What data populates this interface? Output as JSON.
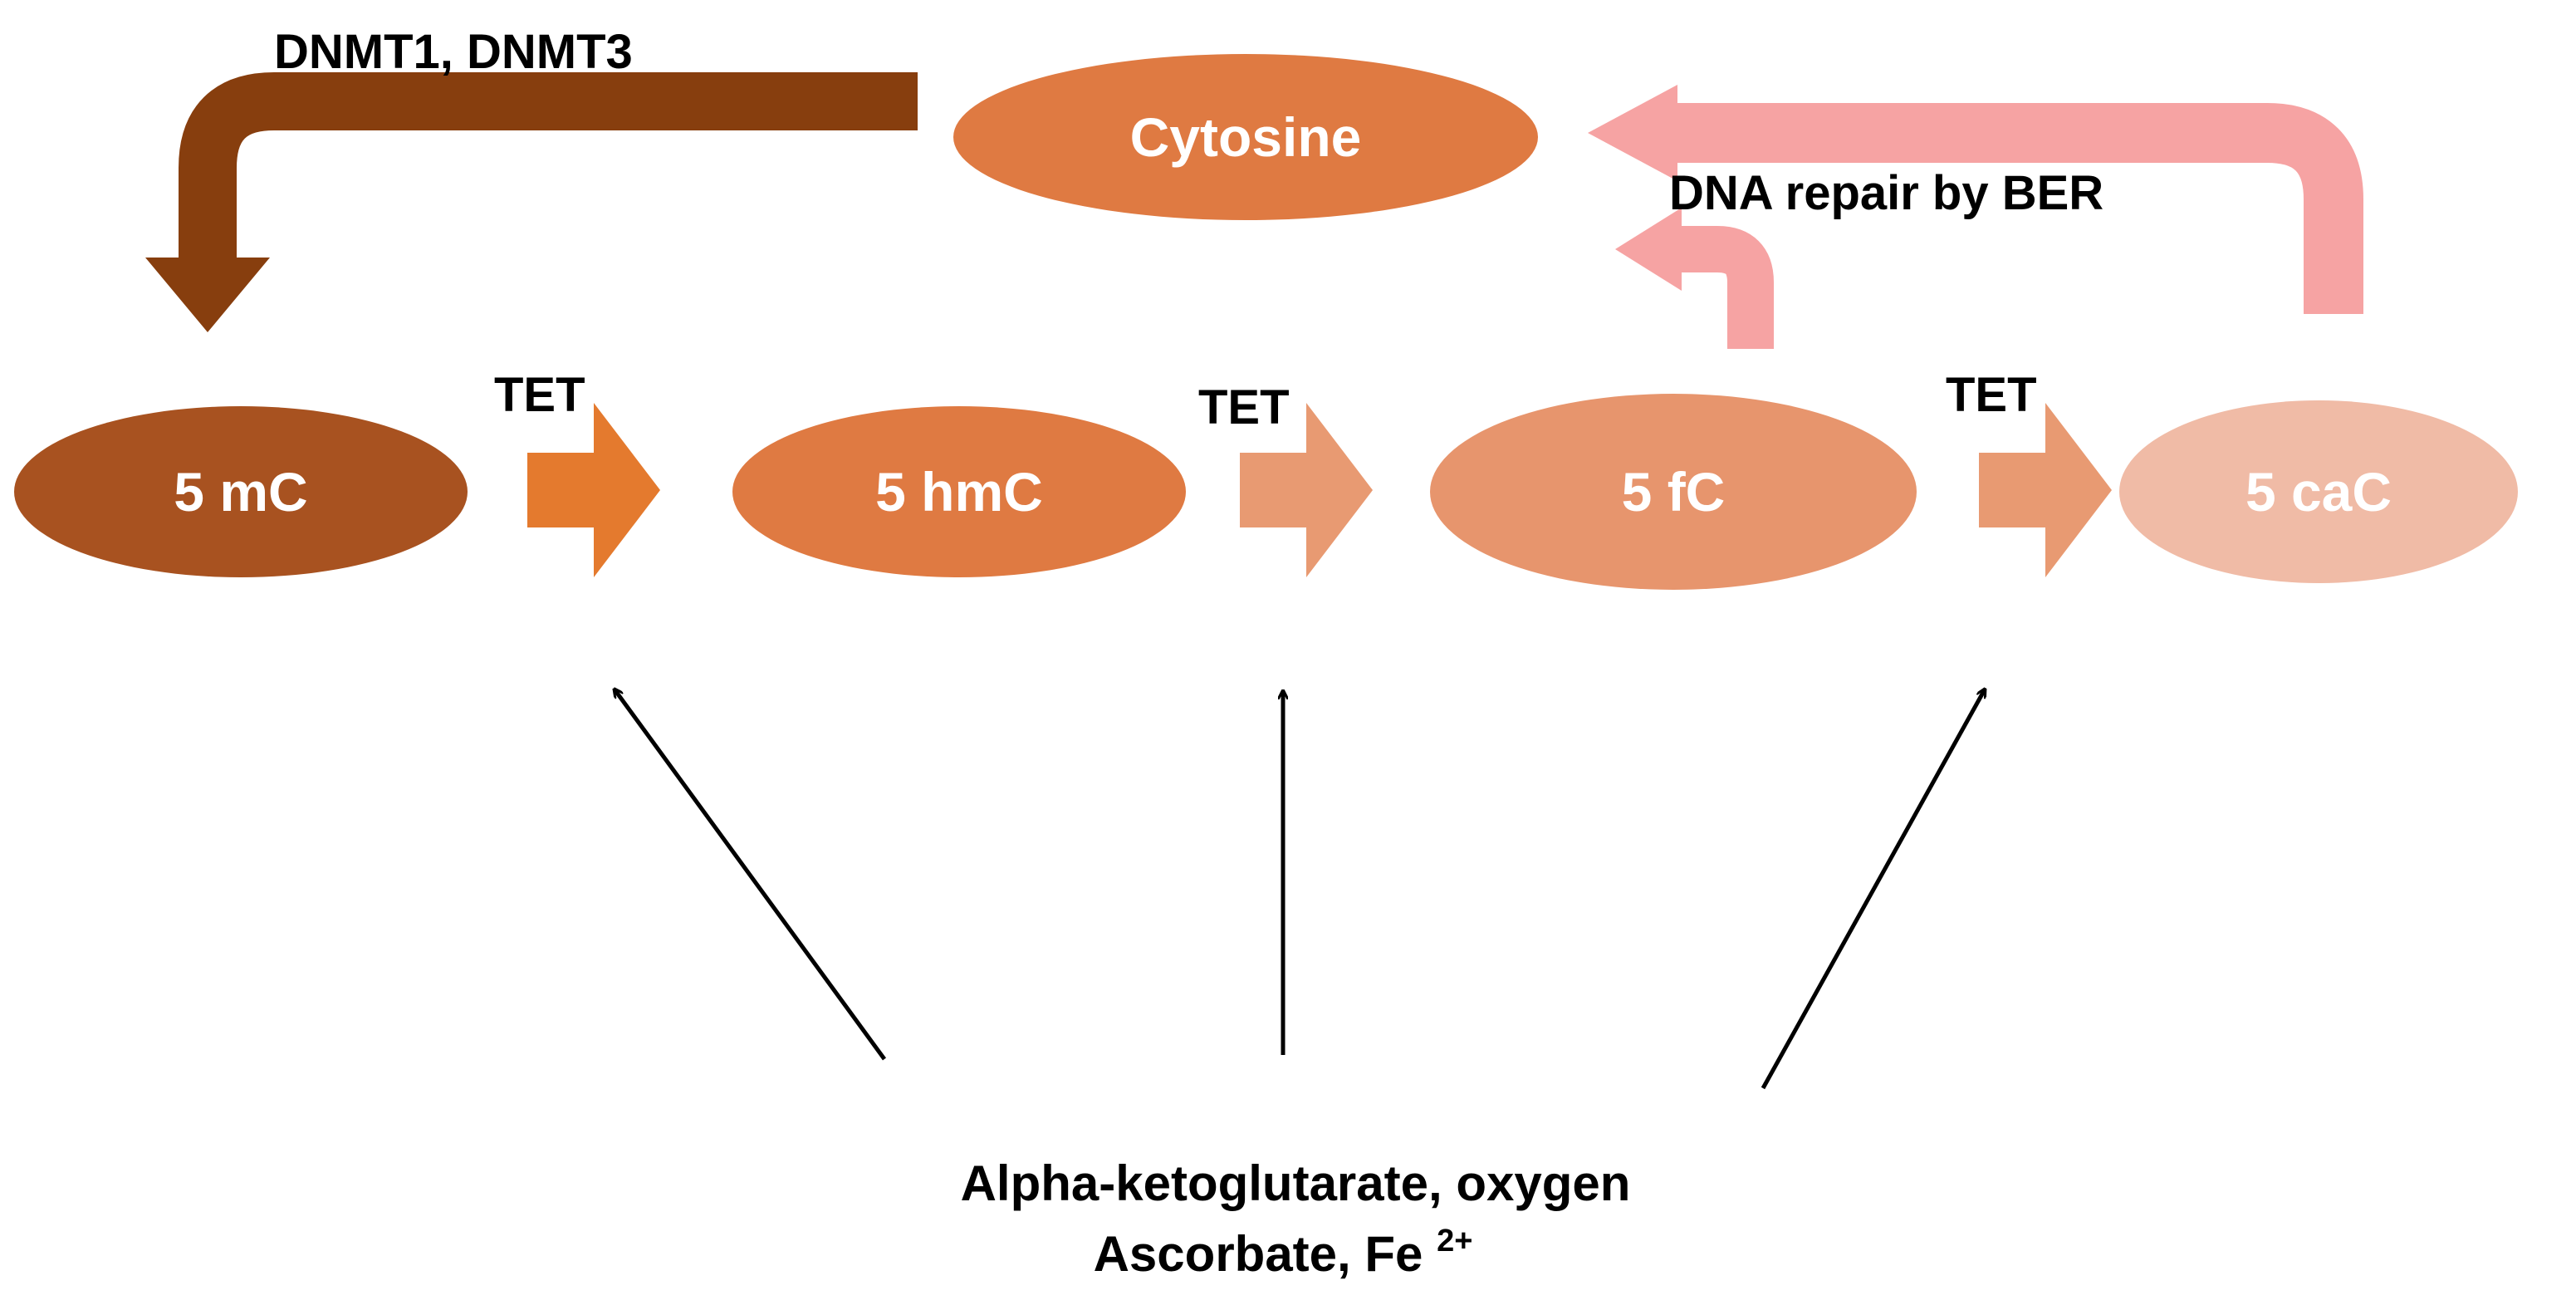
{
  "nodes": {
    "cytosine": {
      "label": "Cytosine",
      "color": "#DF7A42"
    },
    "mc": {
      "label": "5 mC",
      "color": "#A85220"
    },
    "hmc": {
      "label": "5 hmC",
      "color": "#DF7A42"
    },
    "fc": {
      "label": "5 fC",
      "color": "#E7956D"
    },
    "cac": {
      "label": "5 caC",
      "color": "#F0BBA6"
    }
  },
  "edges": {
    "methylation": {
      "label": "DNMT1, DNMT3",
      "color": "#873E0E"
    },
    "repair": {
      "label": "DNA repair by BER",
      "color": "#F6A3A3"
    },
    "tet1": {
      "label": "TET",
      "color": "#E47A2E"
    },
    "tet2": {
      "label": "TET",
      "color": "#E89A72"
    },
    "tet3": {
      "label": "TET",
      "color": "#E89A72"
    }
  },
  "cofactors": {
    "line1": "Alpha-ketoglutarate, oxygen",
    "line2_text": "Ascorbate, Fe ",
    "line2_sup": "2+"
  }
}
